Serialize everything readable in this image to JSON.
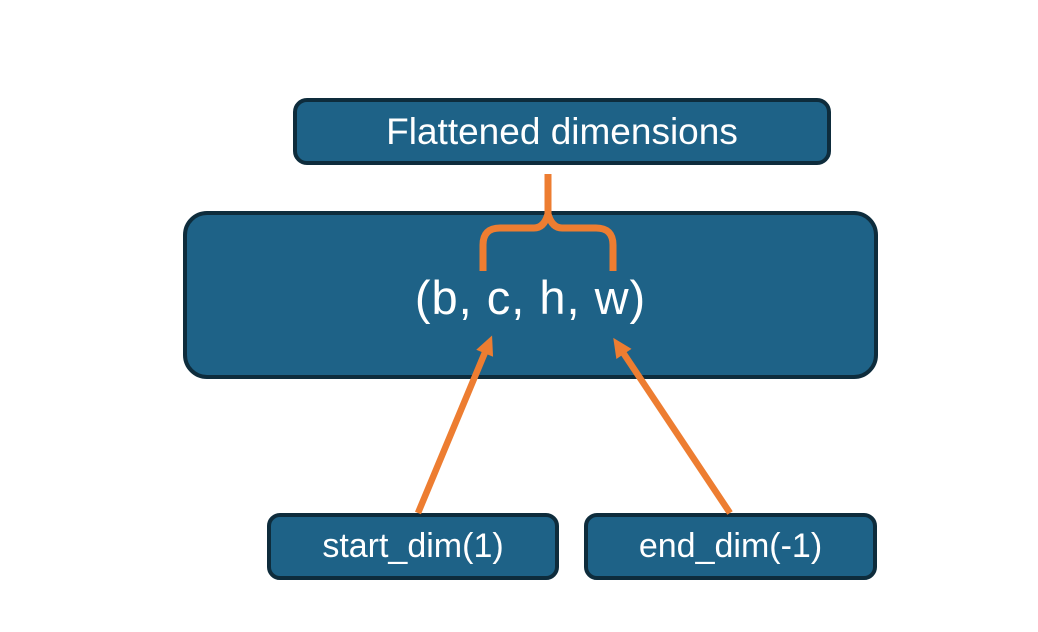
{
  "diagram": {
    "title_box": {
      "label": "Flattened dimensions"
    },
    "tensor_box": {
      "label": "(b, c, h, w)"
    },
    "start_dim_box": {
      "label": "start_dim(1)"
    },
    "end_dim_box": {
      "label": "end_dim(-1)"
    },
    "connectors": {
      "brace": "brace spanning dimensions c through w, connected by a stem to the Flattened dimensions box",
      "start_dim_arrow_target": "c",
      "end_dim_arrow_target": "w"
    },
    "colors": {
      "box_fill": "#1E6287",
      "box_border": "#0E2C3C",
      "arrow_orange": "#ED7D31",
      "text": "#FFFFFF",
      "background": "#FFFFFF"
    }
  }
}
